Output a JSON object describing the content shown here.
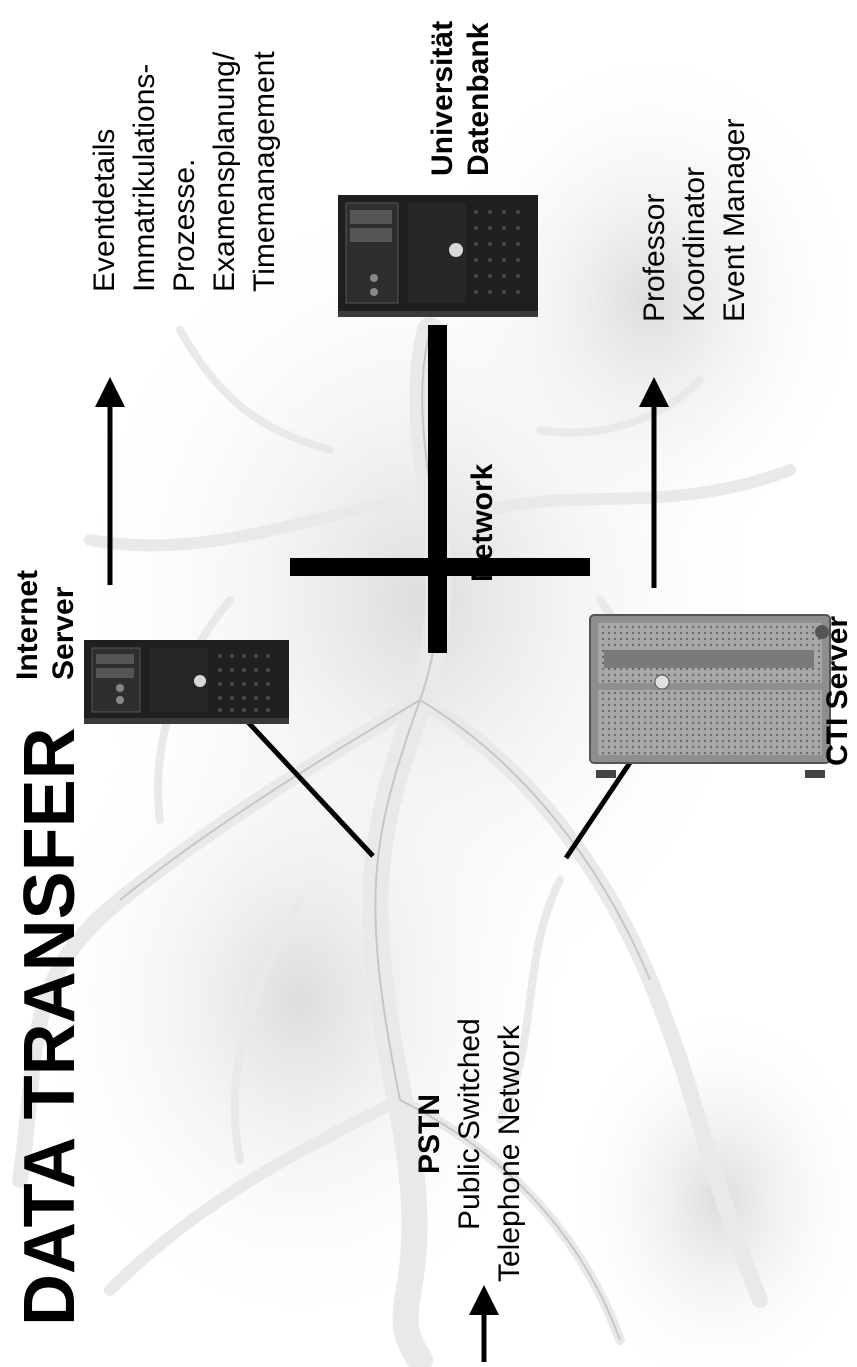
{
  "title": "DATA TRANSFER",
  "nodes": {
    "internet_server": {
      "line1": "Internet",
      "line2": "Server"
    },
    "datenbank": {
      "line1": "Universität",
      "line2": "Datenbank"
    },
    "cti_server": {
      "label": "CTI Server"
    },
    "network": {
      "label": "Network"
    },
    "pstn": {
      "abbr": "PSTN",
      "line1": "Public Switched",
      "line2": "Telephone Network"
    }
  },
  "outputs": {
    "internet": [
      "Eventdetails",
      "Immatrikulations-",
      "Prozesse.",
      "Examensplanung/",
      "Timemanagement"
    ],
    "cti": [
      "Professor",
      "Koordinator",
      "Event Manager"
    ]
  },
  "colors": {
    "ink": "#000000",
    "background_roots": "#c8c8c8",
    "server_dark": "#2a2a2a",
    "server_silver": "#9a9a9a"
  }
}
